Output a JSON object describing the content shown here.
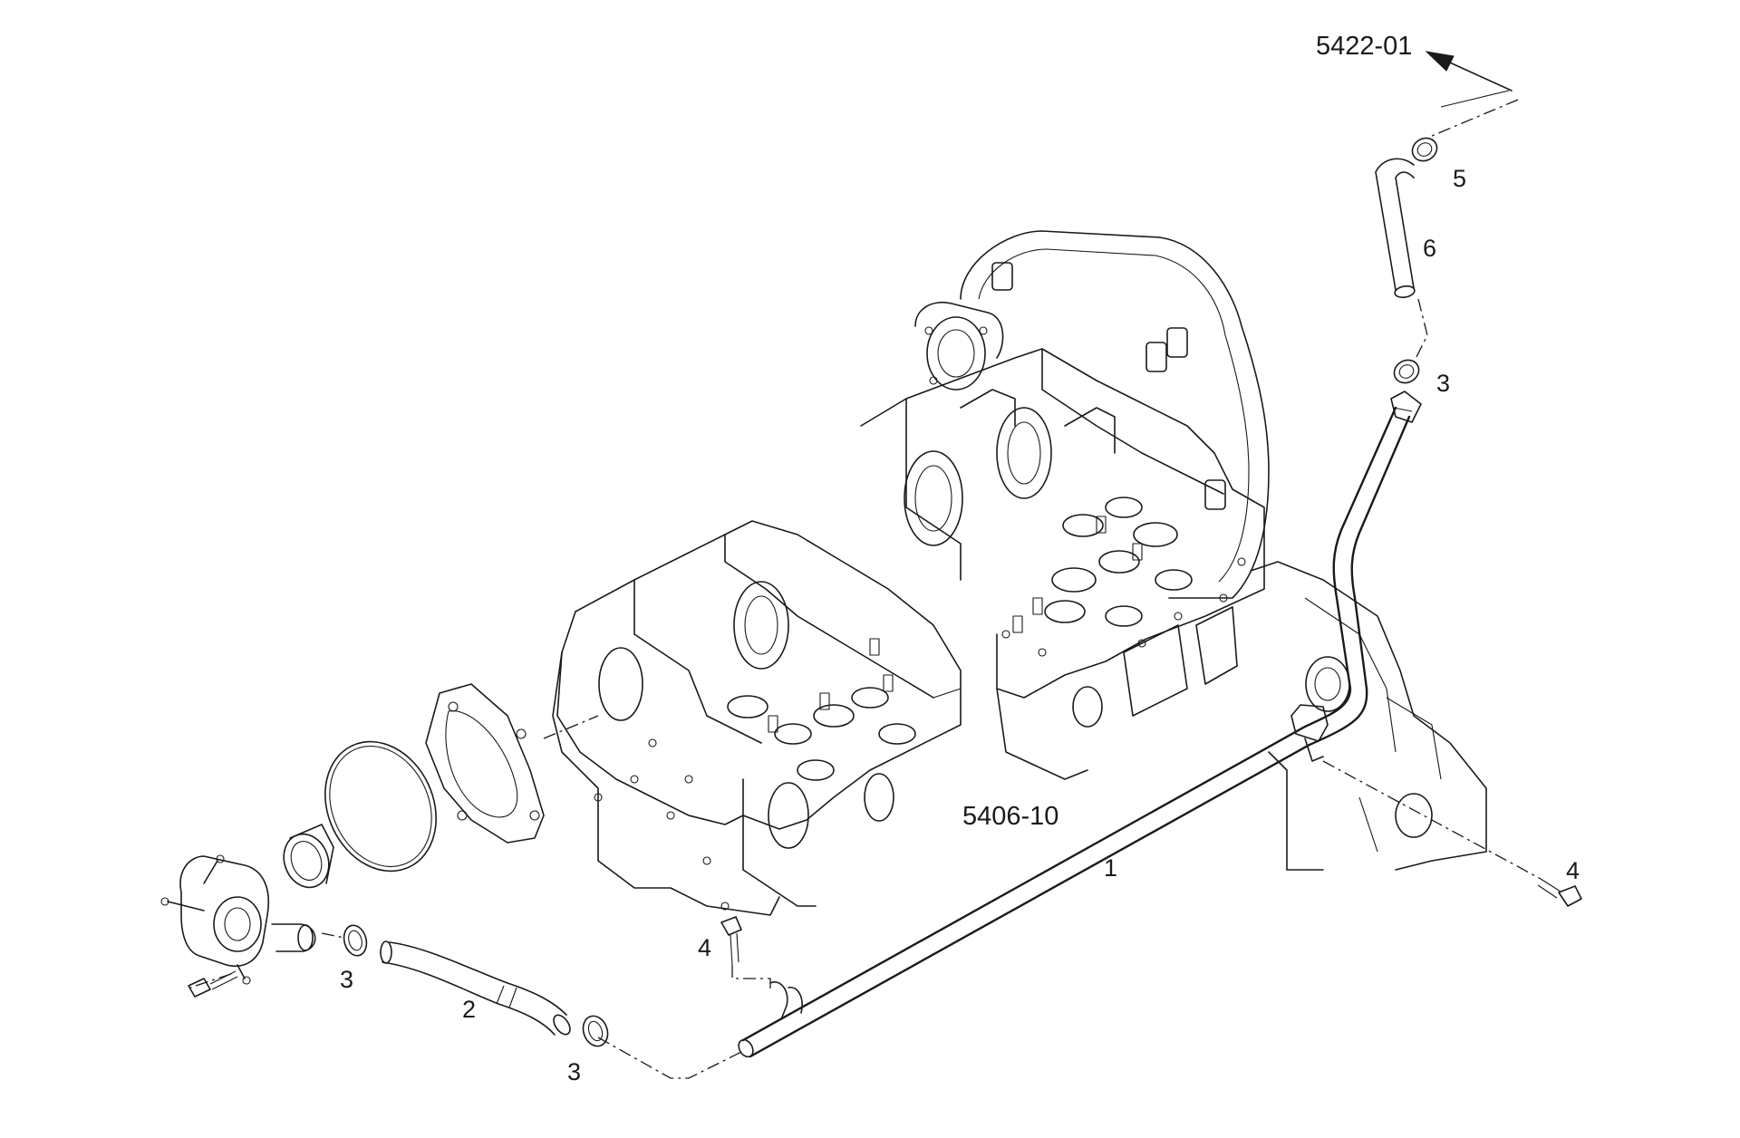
{
  "references": {
    "upper_ref": "5422-01",
    "lower_ref": "5406-10"
  },
  "callouts": {
    "item1": "1",
    "item2": "2",
    "item3_left": "3",
    "item3_bottom": "3",
    "item3_upper": "3",
    "item4_center": "4",
    "item4_right": "4",
    "item5": "5",
    "item6": "6"
  },
  "colors": {
    "line": "#1a1a1a",
    "background": "#ffffff"
  }
}
